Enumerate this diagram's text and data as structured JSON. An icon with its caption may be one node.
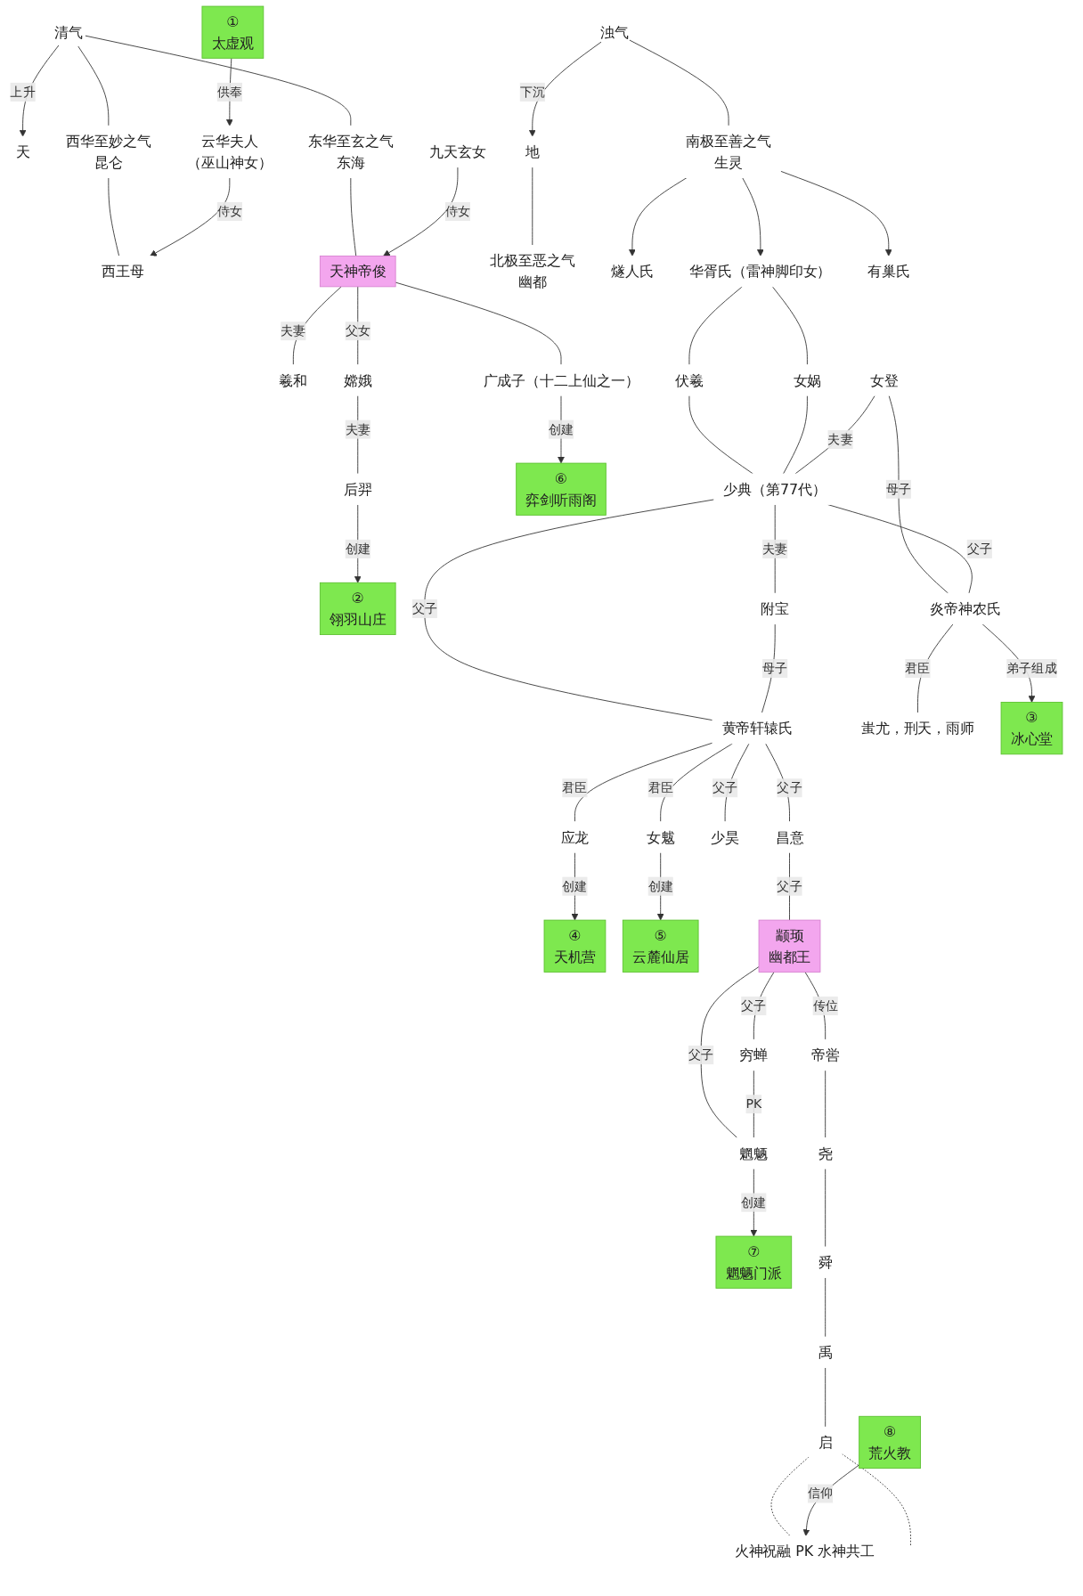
{
  "diagram": {
    "nodes": [
      {
        "text": [
          "天"
        ]
      },
      {
        "text": [
          "清气"
        ]
      },
      {
        "text": [
          "西华至妙之气",
          "昆仑"
        ]
      },
      {
        "text": [
          "东华至玄之气",
          "东海"
        ]
      },
      {
        "text": [
          "西王母"
        ]
      },
      {
        "text": [
          "云华夫人",
          "（巫山神女）"
        ]
      },
      {
        "text": [
          "①",
          "太虚观"
        ]
      },
      {
        "text": [
          "天神帝俊"
        ]
      },
      {
        "text": [
          "羲和"
        ]
      },
      {
        "text": [
          "九天玄女"
        ]
      },
      {
        "text": [
          "嫦娥"
        ]
      },
      {
        "text": [
          "后羿"
        ]
      },
      {
        "text": [
          "②",
          "翎羽山庄"
        ]
      },
      {
        "text": [
          "广成子（十二上仙之一）"
        ]
      },
      {
        "text": [
          "⑥",
          "弈剑听雨阁"
        ]
      },
      {
        "text": [
          "浊气"
        ]
      },
      {
        "text": [
          "地"
        ]
      },
      {
        "text": [
          "南极至善之气",
          "生灵"
        ]
      },
      {
        "text": [
          "北极至恶之气",
          "幽都"
        ]
      },
      {
        "text": [
          "燧人氏"
        ]
      },
      {
        "text": [
          "华胥氏（雷神脚印女）"
        ]
      },
      {
        "text": [
          "有巢氏"
        ]
      },
      {
        "text": [
          "伏羲"
        ]
      },
      {
        "text": [
          "女娲"
        ]
      },
      {
        "text": [
          "女登"
        ]
      },
      {
        "text": [
          "少典（第77代）"
        ]
      },
      {
        "text": [
          "附宝"
        ]
      },
      {
        "text": [
          "炎帝神农氏"
        ]
      },
      {
        "text": [
          "黄帝轩辕氏"
        ]
      },
      {
        "text": [
          "蚩尤，刑天，雨师"
        ]
      },
      {
        "text": [
          "③",
          "冰心堂"
        ]
      },
      {
        "text": [
          "应龙"
        ]
      },
      {
        "text": [
          "④",
          "天机营"
        ]
      },
      {
        "text": [
          "女魃"
        ]
      },
      {
        "text": [
          "⑤",
          "云麓仙居"
        ]
      },
      {
        "text": [
          "少昊"
        ]
      },
      {
        "text": [
          "昌意"
        ]
      },
      {
        "text": [
          "颛顼",
          "幽都王"
        ]
      },
      {
        "text": [
          "帝喾"
        ]
      },
      {
        "text": [
          "穷蝉"
        ]
      },
      {
        "text": [
          "魍魉"
        ]
      },
      {
        "text": [
          "⑦",
          "魍魉门派"
        ]
      },
      {
        "text": [
          "尧"
        ]
      },
      {
        "text": [
          "舜"
        ]
      },
      {
        "text": [
          "禹"
        ]
      },
      {
        "text": [
          "启"
        ]
      },
      {
        "text": [
          "火神祝融 PK 水神共工"
        ]
      },
      {
        "text": [
          "⑧",
          "荒火教"
        ]
      }
    ],
    "edges": [
      {
        "from": 1,
        "to": 0,
        "arrow": "to",
        "label": "上升"
      },
      {
        "from": 1,
        "to": 2,
        "arrow": "none"
      },
      {
        "from": 1,
        "to": 3,
        "arrow": "none"
      },
      {
        "from": 2,
        "to": 4,
        "arrow": "none"
      },
      {
        "from": 5,
        "to": 4,
        "arrow": "to",
        "label": "侍女"
      },
      {
        "from": 6,
        "to": 5,
        "arrow": "to",
        "label": "供奉"
      },
      {
        "from": 3,
        "to": 7,
        "arrow": "none"
      },
      {
        "from": 7,
        "to": 8,
        "arrow": "none",
        "label": "夫妻"
      },
      {
        "from": 9,
        "to": 7,
        "arrow": "to",
        "label": "侍女"
      },
      {
        "from": 7,
        "to": 10,
        "arrow": "none",
        "label": "父女"
      },
      {
        "from": 10,
        "to": 11,
        "arrow": "none",
        "label": "夫妻"
      },
      {
        "from": 11,
        "to": 12,
        "arrow": "to",
        "label": "创建"
      },
      {
        "from": 7,
        "to": 13,
        "arrow": "none"
      },
      {
        "from": 13,
        "to": 14,
        "arrow": "to",
        "label": "创建"
      },
      {
        "from": 15,
        "to": 16,
        "arrow": "to",
        "label": "下沉"
      },
      {
        "from": 15,
        "to": 17,
        "arrow": "none"
      },
      {
        "from": 16,
        "to": 18,
        "arrow": "none"
      },
      {
        "from": 17,
        "to": 19,
        "arrow": "to"
      },
      {
        "from": 17,
        "to": 20,
        "arrow": "to"
      },
      {
        "from": 17,
        "to": 21,
        "arrow": "to"
      },
      {
        "from": 20,
        "to": 22,
        "arrow": "none"
      },
      {
        "from": 20,
        "to": 23,
        "arrow": "none"
      },
      {
        "from": 22,
        "to": 25,
        "arrow": "none"
      },
      {
        "from": 23,
        "to": 25,
        "arrow": "none"
      },
      {
        "from": 24,
        "to": 25,
        "arrow": "none",
        "label": "夫妻"
      },
      {
        "from": 25,
        "to": 26,
        "arrow": "none",
        "label": "夫妻"
      },
      {
        "from": 24,
        "to": 27,
        "arrow": "none",
        "label": "母子"
      },
      {
        "from": 25,
        "to": 27,
        "arrow": "none",
        "label": "父子"
      },
      {
        "from": 25,
        "to": 28,
        "arrow": "none",
        "label": "父子"
      },
      {
        "from": 26,
        "to": 28,
        "arrow": "none",
        "label": "母子"
      },
      {
        "from": 27,
        "to": 29,
        "arrow": "none",
        "label": "君臣"
      },
      {
        "from": 27,
        "to": 30,
        "arrow": "to",
        "label": "弟子组成"
      },
      {
        "from": 28,
        "to": 31,
        "arrow": "none",
        "label": "君臣"
      },
      {
        "from": 31,
        "to": 32,
        "arrow": "to",
        "label": "创建"
      },
      {
        "from": 28,
        "to": 33,
        "arrow": "none",
        "label": "君臣"
      },
      {
        "from": 33,
        "to": 34,
        "arrow": "to",
        "label": "创建"
      },
      {
        "from": 28,
        "to": 35,
        "arrow": "none",
        "label": "父子"
      },
      {
        "from": 28,
        "to": 36,
        "arrow": "none",
        "label": "父子"
      },
      {
        "from": 36,
        "to": 37,
        "arrow": "none",
        "label": "父子"
      },
      {
        "from": 37,
        "to": 38,
        "arrow": "none",
        "label": "传位"
      },
      {
        "from": 37,
        "to": 39,
        "arrow": "none",
        "label": "父子"
      },
      {
        "from": 37,
        "to": 40,
        "arrow": "none",
        "label": "父子"
      },
      {
        "from": 39,
        "to": 40,
        "arrow": "none",
        "label": "PK"
      },
      {
        "from": 40,
        "to": 41,
        "arrow": "to",
        "label": "创建"
      },
      {
        "from": 38,
        "to": 42,
        "arrow": "none"
      },
      {
        "from": 42,
        "to": 43,
        "arrow": "none"
      },
      {
        "from": 43,
        "to": 44,
        "arrow": "none"
      },
      {
        "from": 44,
        "to": 45,
        "arrow": "none"
      },
      {
        "from": 45,
        "to": 46,
        "arrow": "none",
        "style": "dashed"
      },
      {
        "from": 45,
        "to": null,
        "arrow": "none",
        "style": "dashed"
      },
      {
        "from": 47,
        "to": 46,
        "arrow": "to",
        "label": "信仰"
      }
    ]
  }
}
